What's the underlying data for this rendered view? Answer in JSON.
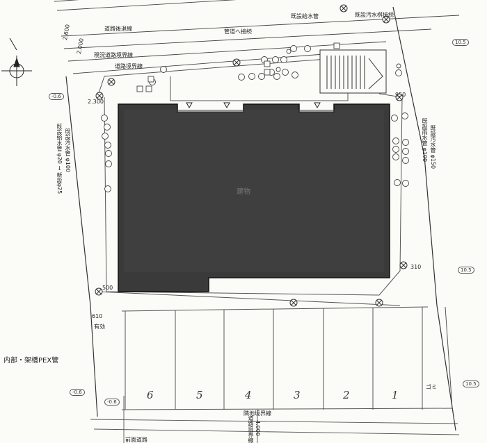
{
  "drawing": {
    "building_label": "建物",
    "legend_label": "内部・架橋PEX管",
    "boundary_label": "隣地境界線",
    "effective_label": "有効"
  },
  "notes": {
    "road_top_1": "道路後退線",
    "road_top_2": "現況道路境界線",
    "road_top_3": "道路境界線",
    "water_main": "既設給水管",
    "public_water": "既設汚水桝接続",
    "connect": "管道へ接続",
    "left_vertical_1": "既設給水管 φ20 → 新設φ25",
    "left_vertical_2": "既設汚水管 φ100",
    "right_vertical_1": "既設雨水管 φ100",
    "right_vertical_2": "既設汚水管 φ150",
    "bottom_vertical_1": "道路境界線",
    "bottom_vertical_2": "4.000",
    "bottom_road": "前面道路"
  },
  "dimensions": {
    "d_top_1": "2.600",
    "d_top_2": "2.000",
    "d_left": "2.300",
    "d_right_top": "950",
    "d_right_bottom": "310",
    "d_left_bottom": "500",
    "d_left_bottom2": "610"
  },
  "levels": {
    "l_left_top": "-0.6",
    "l_right_top": "10.5",
    "l_right_mid": "10.5",
    "l_right_low": "10.5",
    "l_left_low": "-0.6",
    "l_bottom_left": "-0.6"
  },
  "parking": {
    "spaces": [
      "6",
      "5",
      "4",
      "3",
      "2",
      "1"
    ],
    "extra": "ゴミ"
  }
}
